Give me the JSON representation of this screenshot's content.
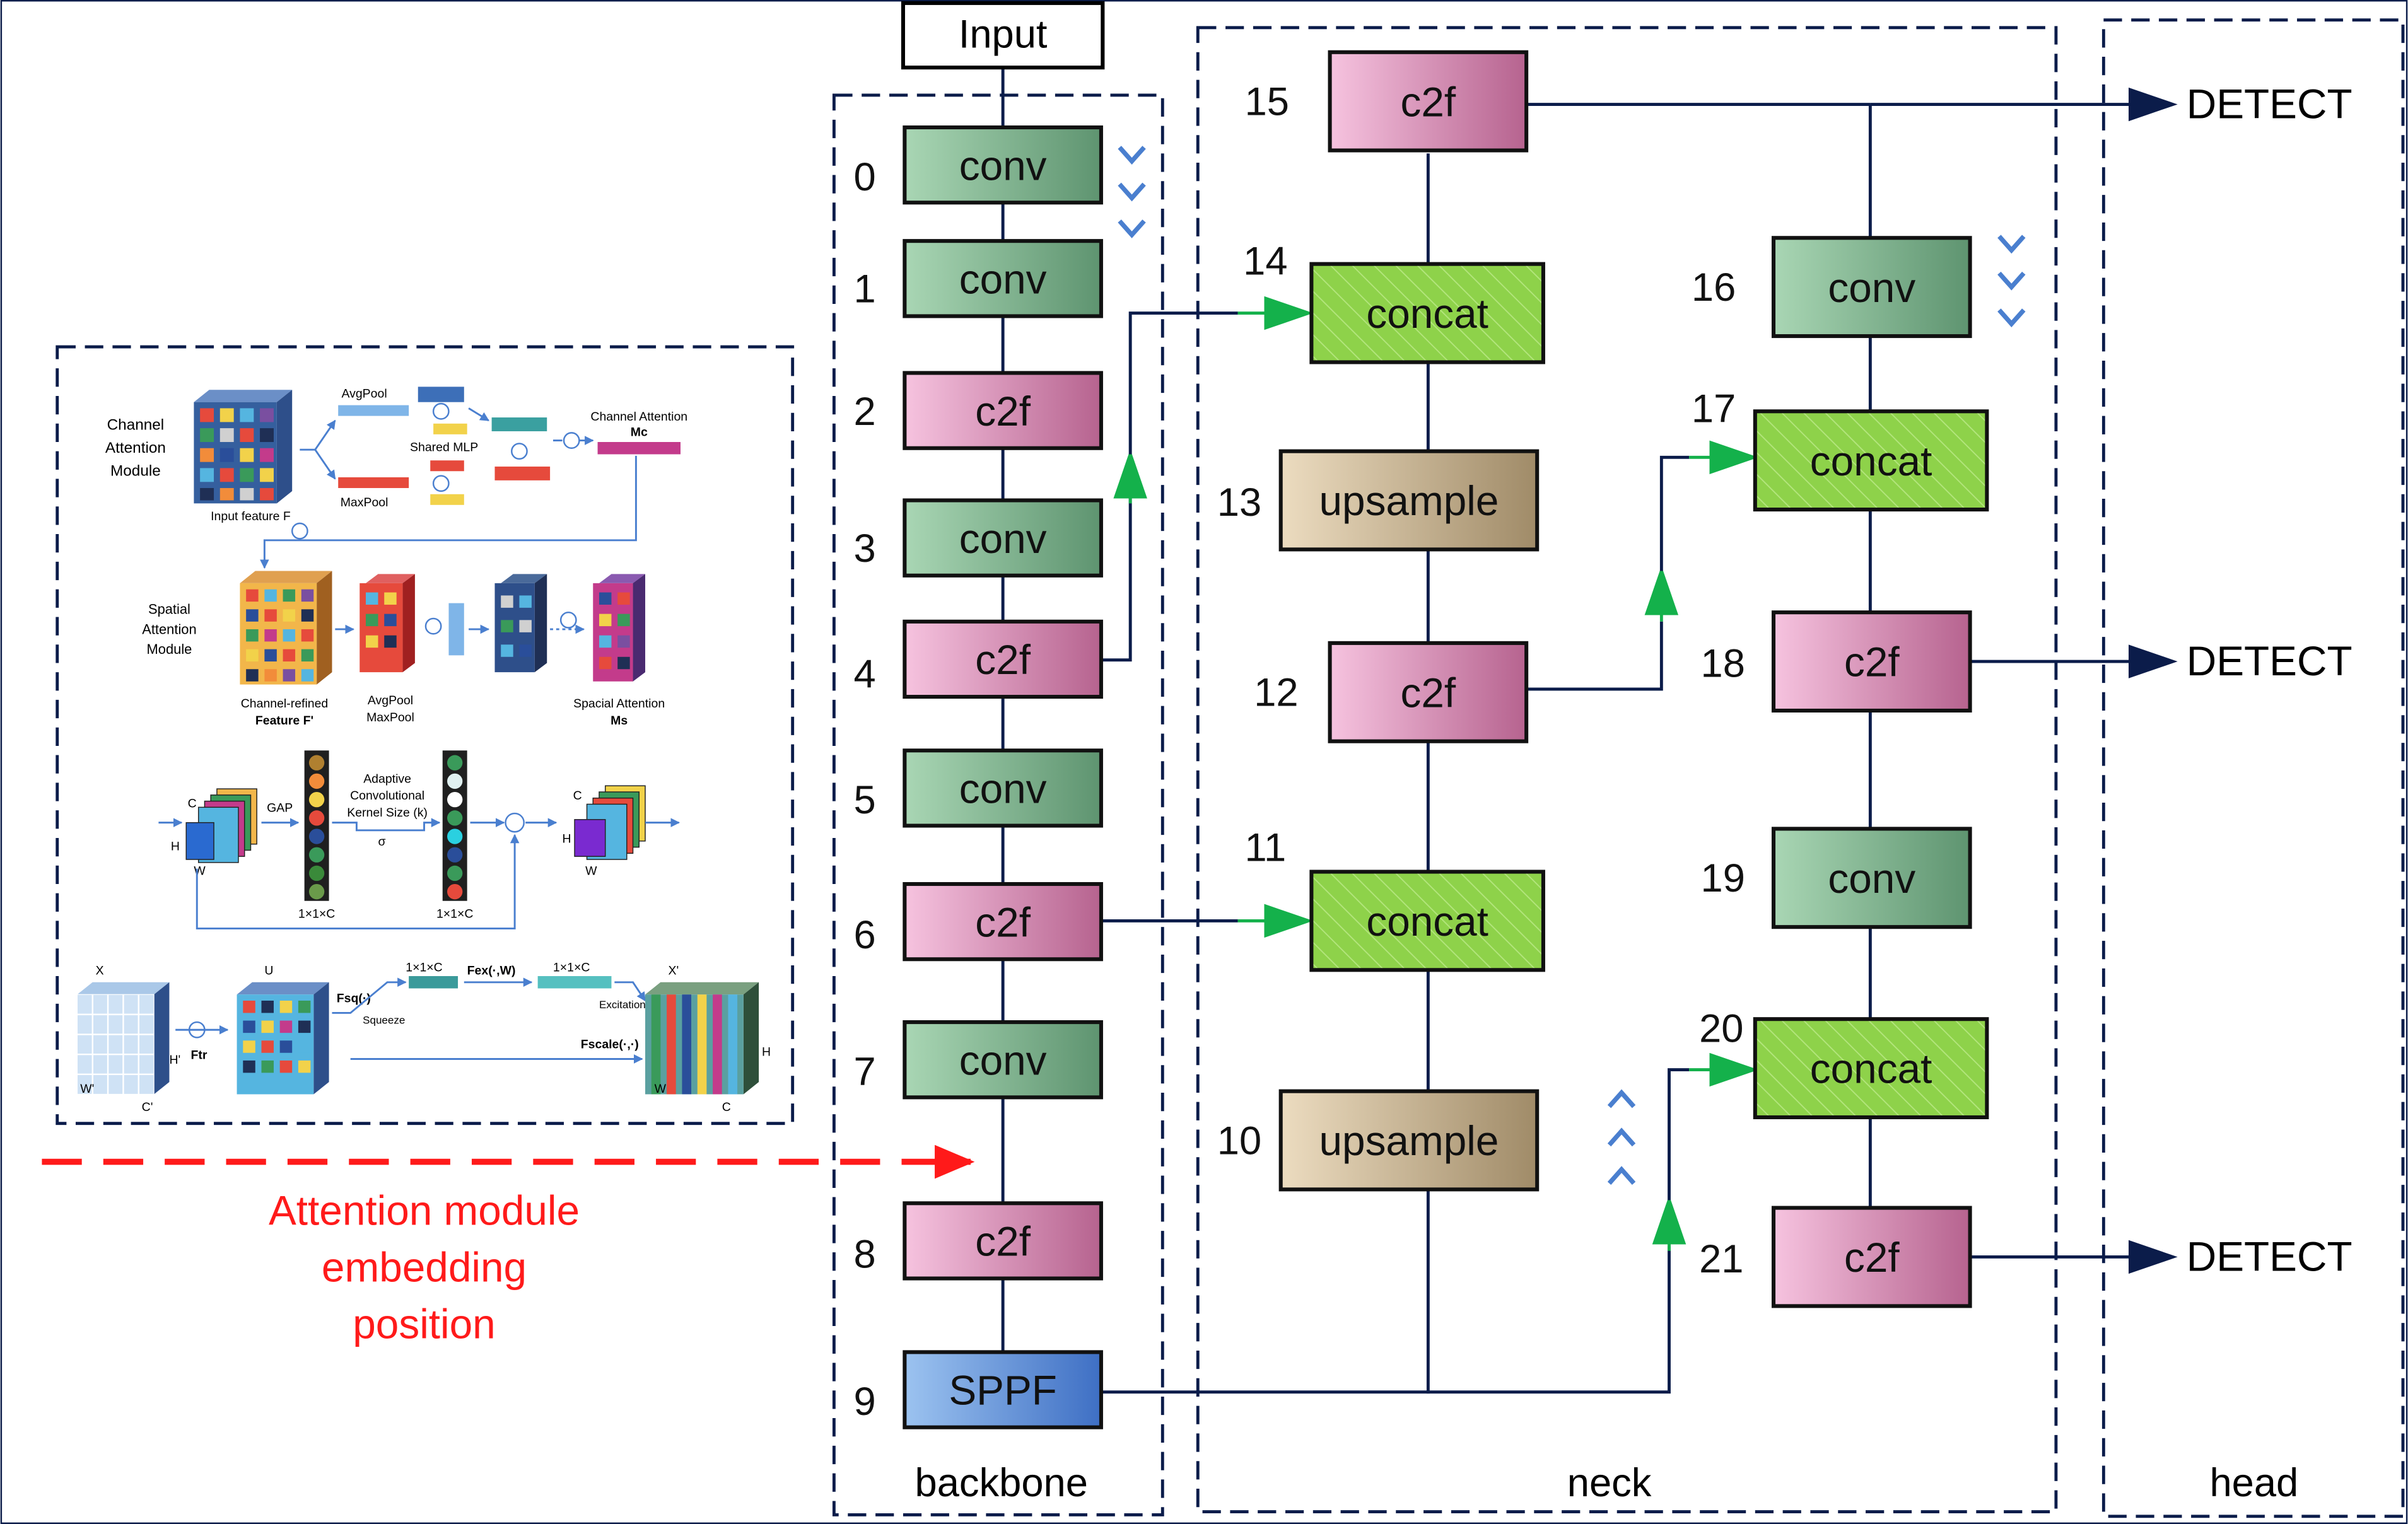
{
  "input_label": "Input",
  "sections": {
    "backbone": "backbone",
    "neck": "neck",
    "head": "head"
  },
  "backbone": [
    {
      "idx": "0",
      "label": "conv",
      "kind": "conv"
    },
    {
      "idx": "1",
      "label": "conv",
      "kind": "conv"
    },
    {
      "idx": "2",
      "label": "c2f",
      "kind": "c2f"
    },
    {
      "idx": "3",
      "label": "conv",
      "kind": "conv"
    },
    {
      "idx": "4",
      "label": "c2f",
      "kind": "c2f"
    },
    {
      "idx": "5",
      "label": "conv",
      "kind": "conv"
    },
    {
      "idx": "6",
      "label": "c2f",
      "kind": "c2f"
    },
    {
      "idx": "7",
      "label": "conv",
      "kind": "conv"
    },
    {
      "idx": "8",
      "label": "c2f",
      "kind": "c2f"
    },
    {
      "idx": "9",
      "label": "SPPF",
      "kind": "sppf"
    }
  ],
  "neck_left": [
    {
      "idx": "15",
      "label": "c2f",
      "kind": "c2f"
    },
    {
      "idx": "14",
      "label": "concat",
      "kind": "concat"
    },
    {
      "idx": "13",
      "label": "upsample",
      "kind": "upsample"
    },
    {
      "idx": "12",
      "label": "c2f",
      "kind": "c2f"
    },
    {
      "idx": "11",
      "label": "concat",
      "kind": "concat"
    },
    {
      "idx": "10",
      "label": "upsample",
      "kind": "upsample"
    }
  ],
  "neck_right": [
    {
      "idx": "16",
      "label": "conv",
      "kind": "conv"
    },
    {
      "idx": "17",
      "label": "concat",
      "kind": "concat"
    },
    {
      "idx": "18",
      "label": "c2f",
      "kind": "c2f"
    },
    {
      "idx": "19",
      "label": "conv",
      "kind": "conv"
    },
    {
      "idx": "20",
      "label": "concat",
      "kind": "concat"
    },
    {
      "idx": "21",
      "label": "c2f",
      "kind": "c2f"
    }
  ],
  "detect": [
    "DETECT",
    "DETECT",
    "DETECT"
  ],
  "attention_caption": [
    "Attention module",
    "embedding",
    "position"
  ],
  "inset": {
    "cam_title": [
      "Channel",
      "Attention",
      "Module"
    ],
    "avgpool": "AvgPool",
    "maxpool": "MaxPool",
    "shared_mlp": "Shared MLP",
    "channel_attention": "Channel Attention",
    "mc": "Mc",
    "input_feature": "Input feature F",
    "sam_title": [
      "Spatial",
      "Attention",
      "Module"
    ],
    "channel_refined": "Channel-refined",
    "feature_f_prime": "Feature F'",
    "avg_max": [
      "AvgPool",
      "MaxPool"
    ],
    "spatial_attention": "Spacial Attention",
    "ms": "Ms",
    "eca_c": "C",
    "eca_h": "H",
    "eca_w": "W",
    "gap": "GAP",
    "adaptive": [
      "Adaptive",
      "Convolutional",
      "Kernel Size (k)"
    ],
    "sigma": "σ",
    "dim1": "1×1×C",
    "dim2": "1×1×C",
    "se_x": "X",
    "se_u": "U",
    "se_xp": "X'",
    "ftr": "Ftr",
    "fsq": "Fsq(·)",
    "squeeze": "Squeeze",
    "fex": "Fex(·,W)",
    "excitation": "Excitation",
    "fscale": "Fscale(·,·)",
    "se_dim1": "1×1×C",
    "se_dim2": "1×1×C",
    "w_prime": "W'",
    "h_prime": "H'",
    "c_prime": "C'",
    "out_h": "H",
    "out_w": "W",
    "out_c": "C"
  },
  "colors": {
    "conv": [
      "#a9d6b4",
      "#5e9470"
    ],
    "c2f": [
      "#f6c3df",
      "#b6638f"
    ],
    "concat": "#8ed24a",
    "upsample": [
      "#ecdcc0",
      "#a08b68"
    ],
    "sppf": [
      "#9cc3f0",
      "#3e6fc4"
    ],
    "arrow_green": "#14b14b",
    "arrow_navy": "#0b1c4a",
    "chevron": "#4a7fcf",
    "attention_red": "#ff1a1a",
    "dash_border": "#0b1c4a"
  }
}
